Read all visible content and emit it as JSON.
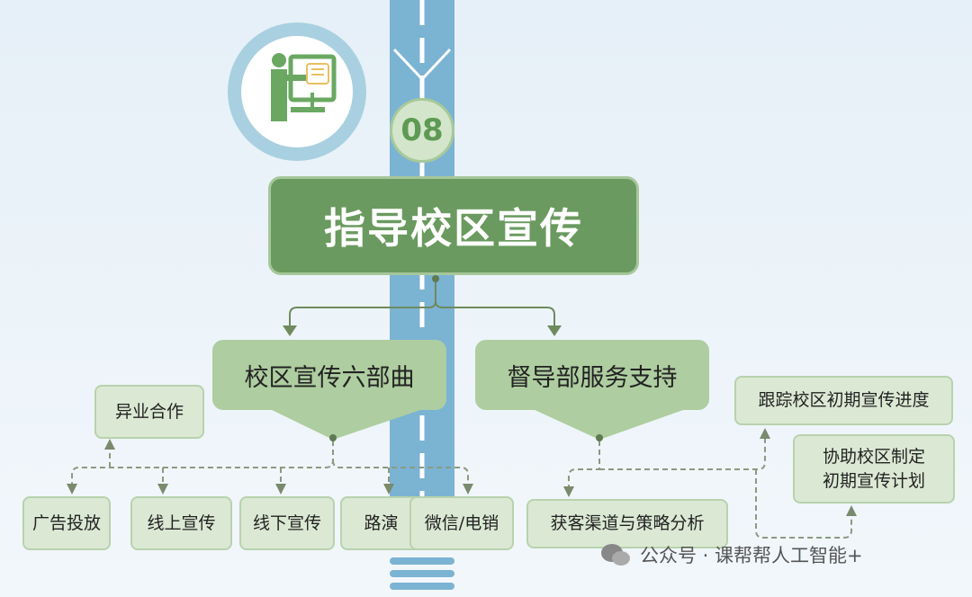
{
  "step_number": "08",
  "title": "指导校区宣传",
  "branches": [
    {
      "label": "校区宣传六部曲",
      "children": [
        "异业合作",
        "广告投放",
        "线上宣传",
        "线下宣传",
        "路演",
        "微信/电销"
      ]
    },
    {
      "label": "督导部服务支持",
      "children": [
        "获客渠道与策略分析",
        "跟踪校区初期宣传进度",
        "协助校区制定\n初期宣传计划"
      ]
    }
  ],
  "watermark": "公众号 · 课帮帮人工智能+",
  "colors": {
    "road": "#7bb3d3",
    "title_bg": "#6a9a5f",
    "branch_bg": "#aecda0",
    "leaf_bg": "#dbe9d4"
  }
}
